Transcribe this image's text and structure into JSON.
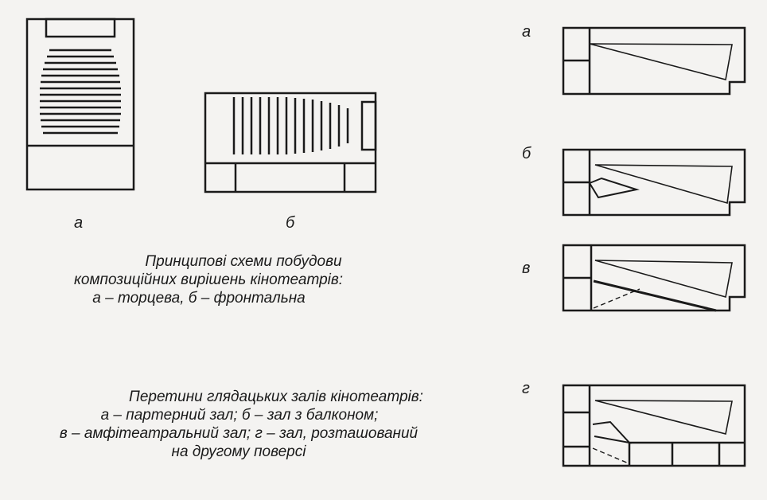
{
  "plan_labels": {
    "a": "а",
    "b": "б"
  },
  "section_labels": {
    "a": "а",
    "b": "б",
    "v": "в",
    "g": "г"
  },
  "caption_plans": {
    "line1": "Принципові схеми побудови",
    "line2": "композиційних вирішень кінотеатрів:",
    "line3": "а – торцева, б – фронтальна"
  },
  "caption_sections": {
    "line1": "Перетини  глядацьких залів кінотеатрів:",
    "line2": "а – партерний зал; б – зал з балконом;",
    "line3": "в – амфітеатральний зал; г – зал, розташований",
    "line4": "на другому поверсі"
  }
}
